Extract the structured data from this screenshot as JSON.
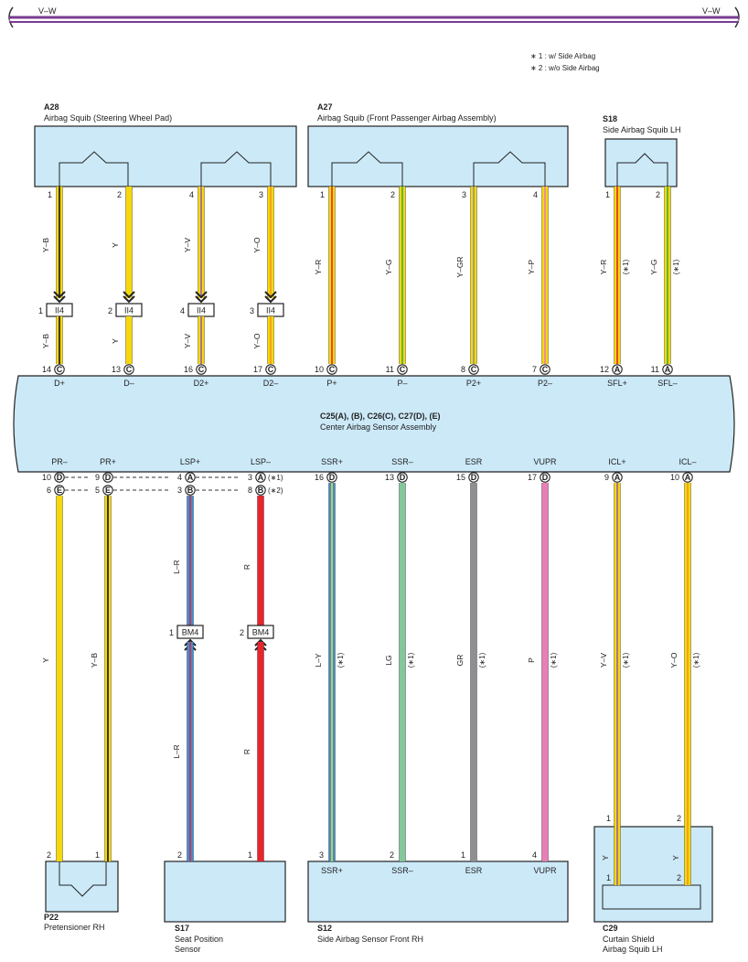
{
  "top_bar": {
    "label_left": "V–W",
    "label_right": "V–W"
  },
  "notes": [
    "∗ 1 : w/ Side Airbag",
    "∗ 2 : w/o Side Airbag"
  ],
  "components": {
    "a28": {
      "id": "A28",
      "title": "Airbag Squib (Steering Wheel Pad)"
    },
    "a27": {
      "id": "A27",
      "title": "Airbag Squib (Front Passenger Airbag Assembly)"
    },
    "s18": {
      "id": "S18",
      "title": "Side Airbag Squib LH"
    },
    "center": {
      "id": "C25(A), (B), C26(C), C27(D), (E)",
      "title": "Center Airbag Sensor Assembly"
    },
    "p22": {
      "id": "P22",
      "title": "Pretensioner RH"
    },
    "s17": {
      "id": "S17",
      "title_l1": "Seat Position",
      "title_l2": "Sensor"
    },
    "s12": {
      "id": "S12",
      "title": "Side Airbag Sensor Front RH"
    },
    "c29": {
      "id": "C29",
      "title_l1": "Curtain Shield",
      "title_l2": "Airbag Squib LH"
    }
  },
  "top_wires": [
    {
      "pin_top": "1",
      "color_upper": "Y–B",
      "junction_pin": "1",
      "junction": "II4",
      "color_lower": "Y–B",
      "ecu_pin": "14",
      "ecu_conn": "C",
      "signal": "D+",
      "note": ""
    },
    {
      "pin_top": "2",
      "color_upper": "Y",
      "junction_pin": "2",
      "junction": "II4",
      "color_lower": "Y",
      "ecu_pin": "13",
      "ecu_conn": "C",
      "signal": "D–",
      "note": ""
    },
    {
      "pin_top": "4",
      "color_upper": "Y–V",
      "junction_pin": "4",
      "junction": "II4",
      "color_lower": "Y–V",
      "ecu_pin": "16",
      "ecu_conn": "C",
      "signal": "D2+",
      "note": ""
    },
    {
      "pin_top": "3",
      "color_upper": "Y–O",
      "junction_pin": "3",
      "junction": "II4",
      "color_lower": "Y–O",
      "ecu_pin": "17",
      "ecu_conn": "C",
      "signal": "D2–",
      "note": ""
    },
    {
      "pin_top": "1",
      "color_upper": "Y–R",
      "ecu_pin": "10",
      "ecu_conn": "C",
      "signal": "P+",
      "note": ""
    },
    {
      "pin_top": "2",
      "color_upper": "Y–G",
      "ecu_pin": "11",
      "ecu_conn": "C",
      "signal": "P–",
      "note": ""
    },
    {
      "pin_top": "3",
      "color_upper": "Y–GR",
      "ecu_pin": "8",
      "ecu_conn": "C",
      "signal": "P2+",
      "note": ""
    },
    {
      "pin_top": "4",
      "color_upper": "Y–P",
      "ecu_pin": "7",
      "ecu_conn": "C",
      "signal": "P2–",
      "note": ""
    },
    {
      "pin_top": "1",
      "color_upper": "Y–R",
      "ecu_pin": "12",
      "ecu_conn": "A",
      "signal": "SFL+",
      "note": "(∗1)"
    },
    {
      "pin_top": "2",
      "color_upper": "Y–G",
      "ecu_pin": "11",
      "ecu_conn": "A",
      "signal": "SFL–",
      "note": "(∗1)"
    }
  ],
  "bottom_wires": [
    {
      "signal": "PR–",
      "ecu_pin": "10",
      "ecu_conn": "D",
      "ecu_pin2": "6",
      "ecu_conn2": "E",
      "color": "Y",
      "color2": "",
      "end_pin": "2",
      "end_label": "",
      "note": ""
    },
    {
      "signal": "PR+",
      "ecu_pin": "9",
      "ecu_conn": "D",
      "ecu_pin2": "5",
      "ecu_conn2": "E",
      "color": "Y–B",
      "color2": "",
      "end_pin": "1",
      "end_label": "",
      "note": ""
    },
    {
      "signal": "LSP+",
      "ecu_pin": "4",
      "ecu_conn": "A",
      "ecu_pin2": "3",
      "ecu_conn2": "B",
      "color": "L–R",
      "color2": "L–R",
      "junction_pin": "1",
      "junction": "BM4",
      "end_pin": "2",
      "end_label": "",
      "note": ""
    },
    {
      "signal": "LSP–",
      "ecu_pin": "3",
      "ecu_conn": "A",
      "ecu_pin2": "8",
      "ecu_conn2": "B",
      "color": "R",
      "color2": "R",
      "junction_pin": "2",
      "junction": "BM4",
      "end_pin": "1",
      "end_label": "",
      "note": "(∗1)",
      "note2": "(∗2)"
    },
    {
      "signal": "SSR+",
      "ecu_pin": "16",
      "ecu_conn": "D",
      "color": "L–Y",
      "end_pin": "3",
      "end_label": "SSR+",
      "note": "(∗1)"
    },
    {
      "signal": "SSR–",
      "ecu_pin": "13",
      "ecu_conn": "D",
      "color": "LG",
      "end_pin": "2",
      "end_label": "SSR–",
      "note": "(∗1)"
    },
    {
      "signal": "ESR",
      "ecu_pin": "15",
      "ecu_conn": "D",
      "color": "GR",
      "end_pin": "1",
      "end_label": "ESR",
      "note": "(∗1)"
    },
    {
      "signal": "VUPR",
      "ecu_pin": "17",
      "ecu_conn": "D",
      "color": "P",
      "end_pin": "4",
      "end_label": "VUPR",
      "note": "(∗1)"
    },
    {
      "signal": "ICL+",
      "ecu_pin": "9",
      "ecu_conn": "A",
      "color": "Y–V",
      "end_pin": "1",
      "end_label": "",
      "note": "(∗1)",
      "c29_color": "Y",
      "c29_pin": "1"
    },
    {
      "signal": "ICL–",
      "ecu_pin": "10",
      "ecu_conn": "A",
      "color": "Y–O",
      "end_pin": "2",
      "end_label": "",
      "note": "(∗1)",
      "c29_color": "Y",
      "c29_pin": "2"
    }
  ],
  "colors": {
    "box_fill": "#cce9f8",
    "bar": "#7a3b91",
    "yellow": "#f5d80a",
    "red": "#e8242c",
    "blue": "#3a8fd6",
    "green": "#3fae49",
    "lightgreen": "#85c79a",
    "gray": "#8f8f93",
    "pink": "#e87fb6",
    "violet": "#9b5fb0",
    "orange": "#f29a1e"
  }
}
